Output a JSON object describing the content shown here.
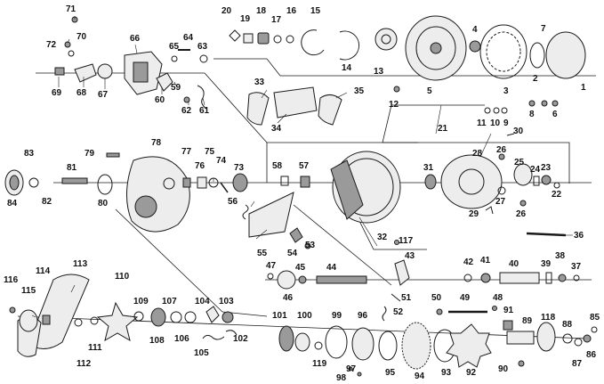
{
  "colors": {
    "ink": "#1a1a1a",
    "background": "#ffffff",
    "part_fill": "#ededed",
    "part_dark": "#9a9a9a"
  },
  "callouts": {
    "n1": "1",
    "n2": "2",
    "n3": "3",
    "n4": "4",
    "n5": "5",
    "n6": "6",
    "n7": "7",
    "n8": "8",
    "n9": "9",
    "n10": "10",
    "n11": "11",
    "n12": "12",
    "n13": "13",
    "n14": "14",
    "n15": "15",
    "n16": "16",
    "n17": "17",
    "n18": "18",
    "n19": "19",
    "n20": "20",
    "n21": "21",
    "n22": "22",
    "n23": "23",
    "n24": "24",
    "n25": "25",
    "n26a": "26",
    "n26b": "26",
    "n27": "27",
    "n28": "28",
    "n29": "29",
    "n30": "30",
    "n31": "31",
    "n32": "32",
    "n33": "33",
    "n34": "34",
    "n35": "35",
    "n36": "36",
    "n37": "37",
    "n38": "38",
    "n39": "39",
    "n40": "40",
    "n41": "41",
    "n42": "42",
    "n43": "43",
    "n44": "44",
    "n45": "45",
    "n46": "46",
    "n47": "47",
    "n48": "48",
    "n49": "49",
    "n50": "50",
    "n51": "51",
    "n52": "52",
    "n53": "53",
    "n54": "54",
    "n55": "55",
    "n56": "56",
    "n57": "57",
    "n58": "58",
    "n59": "59",
    "n60": "60",
    "n61": "61",
    "n62": "62",
    "n63": "63",
    "n64": "64",
    "n65": "65",
    "n66": "66",
    "n67": "67",
    "n68": "68",
    "n69": "69",
    "n70": "70",
    "n71": "71",
    "n72": "72",
    "n73": "73",
    "n74": "74",
    "n75": "75",
    "n76": "76",
    "n77": "77",
    "n78": "78",
    "n79": "79",
    "n80": "80",
    "n81": "81",
    "n82": "82",
    "n83": "83",
    "n84": "84",
    "n85": "85",
    "n86": "86",
    "n87": "87",
    "n88": "88",
    "n89": "89",
    "n90": "90",
    "n91": "91",
    "n92": "92",
    "n93": "93",
    "n94": "94",
    "n95": "95",
    "n96": "96",
    "n97": "97",
    "n98": "98",
    "n99": "99",
    "n100": "100",
    "n101": "101",
    "n102": "102",
    "n103": "103",
    "n104": "104",
    "n105": "105",
    "n106": "106",
    "n107": "107",
    "n108": "108",
    "n109": "109",
    "n110": "110",
    "n111": "111",
    "n112": "112",
    "n113": "113",
    "n114": "114",
    "n115": "115",
    "n116": "116",
    "n117": "117",
    "n118": "118",
    "n119": "119"
  }
}
